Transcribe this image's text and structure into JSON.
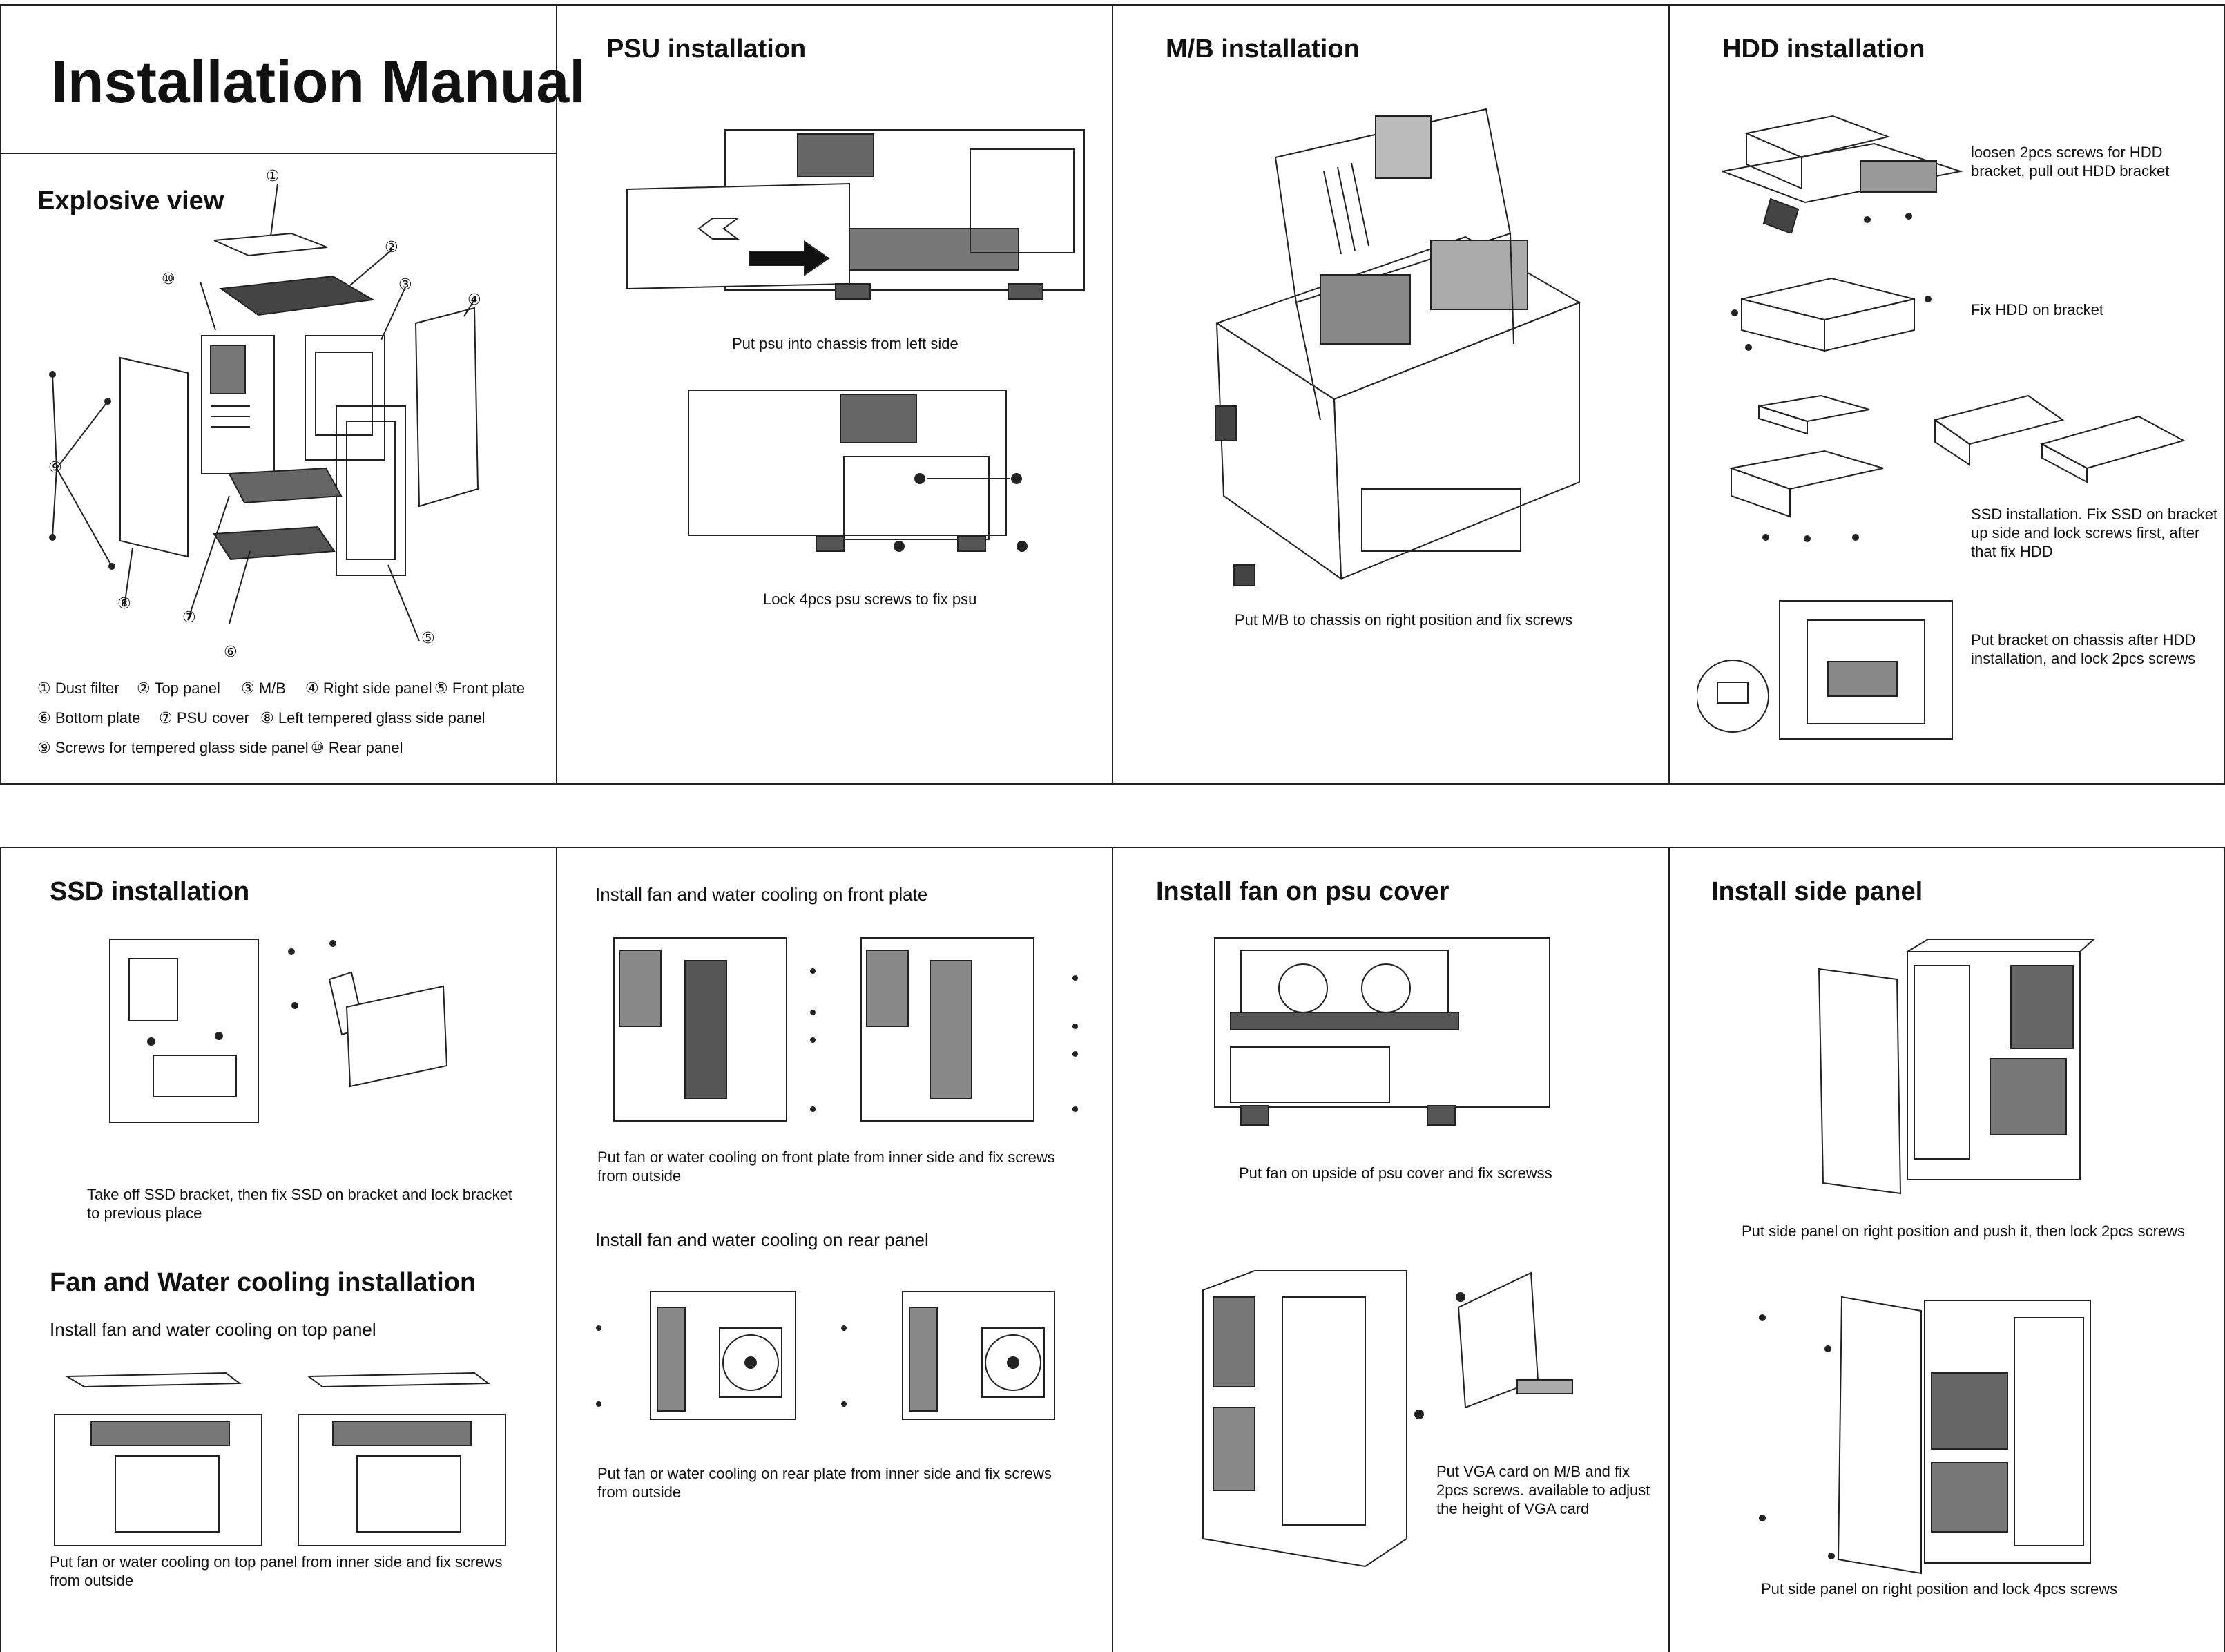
{
  "manual_title": "Installation Manual",
  "explosive": {
    "title": "Explosive view",
    "callouts": [
      "①",
      "②",
      "③",
      "④",
      "⑤",
      "⑥",
      "⑦",
      "⑧",
      "⑨",
      "⑩"
    ],
    "legend": [
      "① Dust filter",
      "② Top panel",
      "③ M/B",
      "④ Right side panel",
      "⑤ Front plate",
      "⑥ Bottom plate",
      "⑦ PSU cover",
      "⑧ Left tempered glass side panel",
      "⑨ Screws for tempered glass side panel",
      "⑩ Rear panel"
    ]
  },
  "psu": {
    "title": "PSU installation",
    "caption1": "Put psu into chassis from left side",
    "caption2": "Lock 4pcs psu screws to fix psu"
  },
  "mb": {
    "title": "M/B installation",
    "caption": "Put M/B to chassis on right position and fix screws"
  },
  "hdd": {
    "title": "HDD installation",
    "step1": "loosen 2pcs screws for HDD bracket, pull out HDD bracket",
    "step2": "Fix HDD on bracket",
    "step3": "SSD installation. Fix SSD on bracket up side and lock screws first, after that fix HDD",
    "step4": "Put bracket on chassis after HDD installation, and lock 2pcs screws"
  },
  "ssd": {
    "title": "SSD installation",
    "caption": "Take off SSD bracket, then fix SSD on bracket and lock bracket to previous place"
  },
  "fan": {
    "title": "Fan and Water cooling installation",
    "top_sub": "Install fan and water cooling on top panel",
    "top_caption": "Put fan or water cooling on top panel from inner side and fix screws from outside",
    "front_sub": "Install fan and water cooling on front plate",
    "front_caption": "Put fan or water cooling on front plate from inner side and fix screws from outside",
    "rear_sub": "Install fan and water cooling on rear panel",
    "rear_caption": "Put fan or water cooling on rear plate from inner side and fix screws from outside"
  },
  "psu_cover": {
    "title": "Install fan on psu cover",
    "caption": "Put fan on upside of psu cover and fix screwss",
    "vga_caption": "Put VGA card on M/B and fix 2pcs screws. available to adjust the height of VGA card"
  },
  "side_panel": {
    "title": "Install side panel",
    "caption1": "Put side panel on right position and push it, then lock 2pcs screws",
    "caption2": "Put side panel on right position and lock 4pcs screws"
  }
}
